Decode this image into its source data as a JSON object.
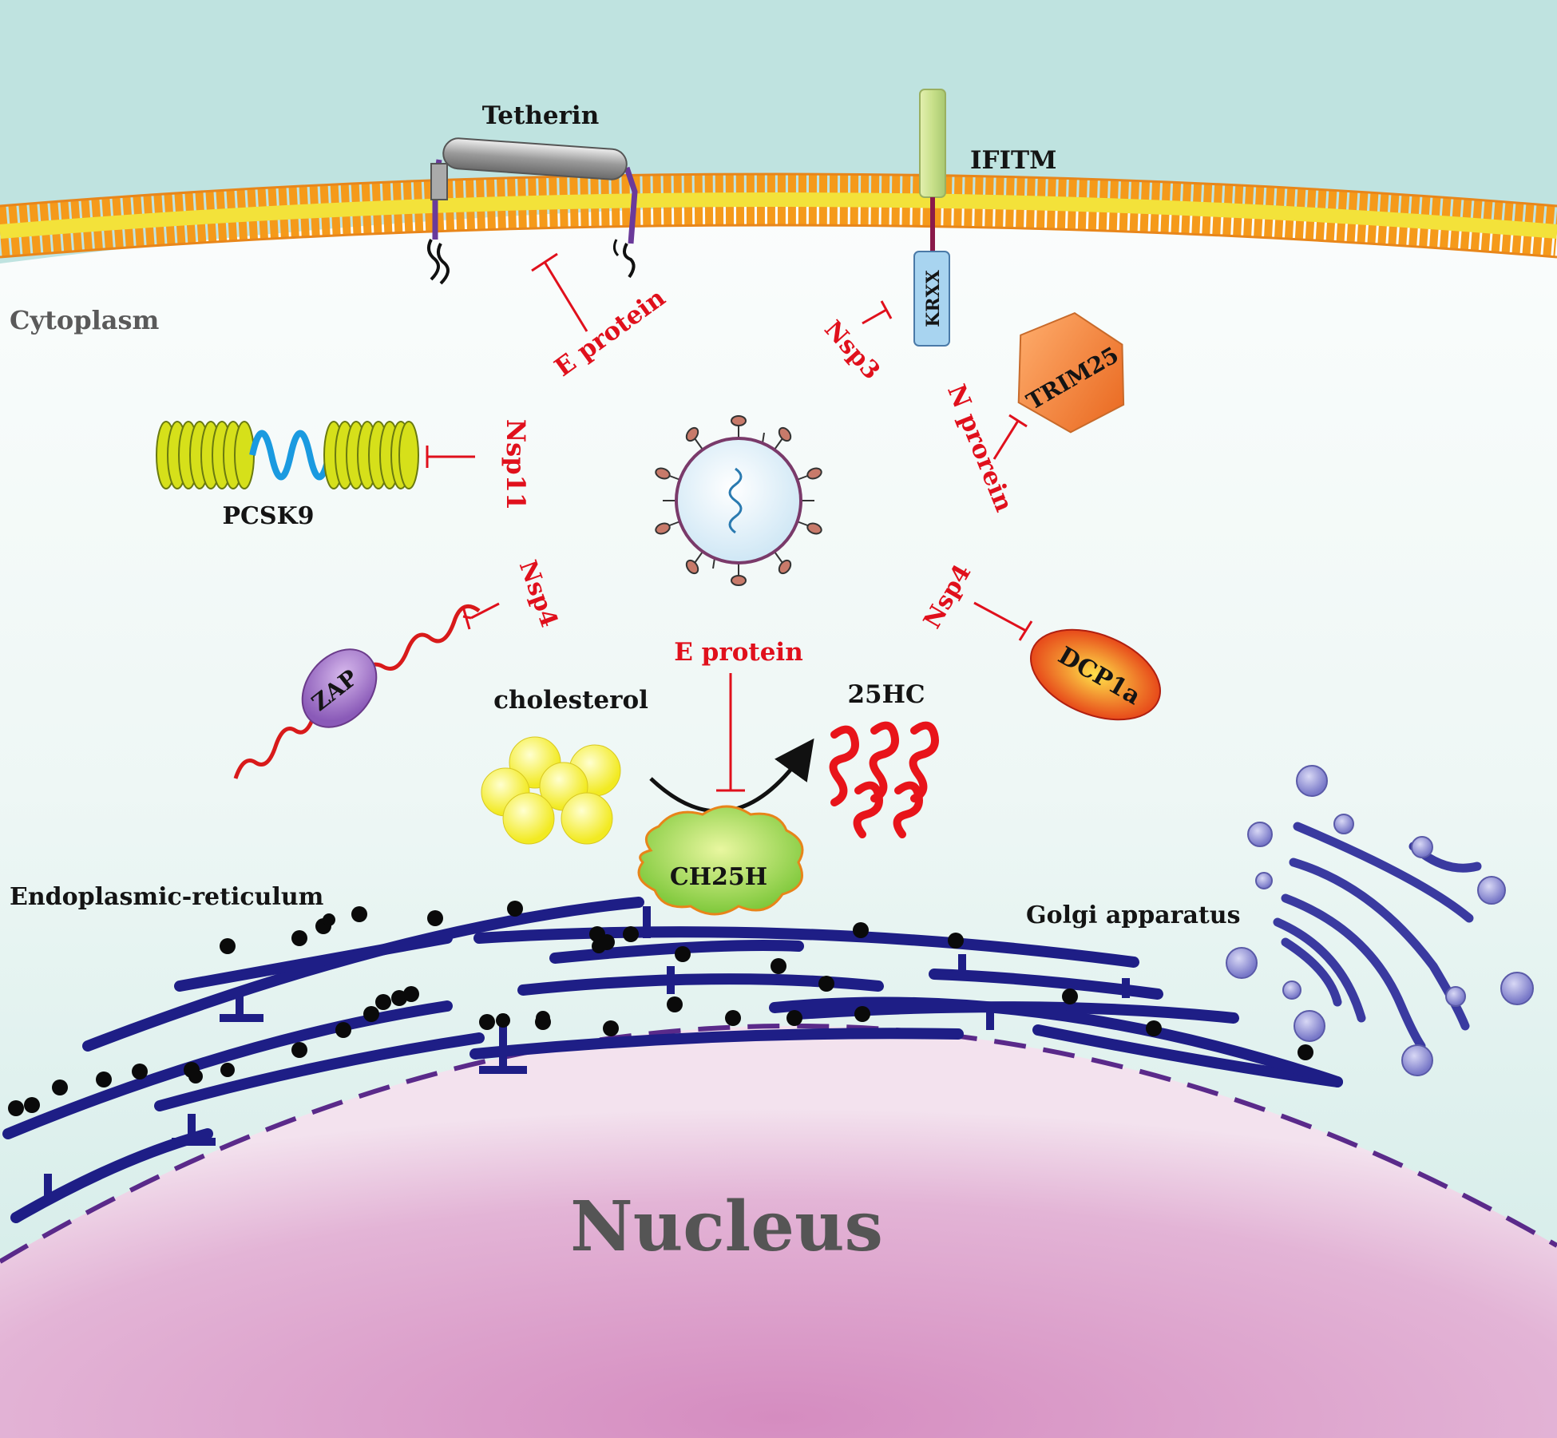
{
  "labels": {
    "tetherin": "Tetherin",
    "ifitm": "IFITM",
    "krxx": "KRXX",
    "cytoplasm": "Cytoplasm",
    "e_protein_top": "E protein",
    "nsp3": "Nsp3",
    "trim25": "TRIM25",
    "n_protein": "N prorein",
    "nsp11": "Nsp11",
    "pcsk9": "PCSK9",
    "nsp4_left": "Nsp4",
    "zap": "ZAP",
    "e_protein_center": "E protein",
    "cholesterol": "cholesterol",
    "hc25": "25HC",
    "nsp4_right": "Nsp4",
    "dcp1a": "DCP1a",
    "ch25h": "CH25H",
    "er": "Endoplasmic-reticulum",
    "golgi": "Golgi apparatus",
    "nucleus": "Nucleus"
  },
  "colors": {
    "extracellular": "#bfe3e0",
    "membrane": "#f5a623",
    "inhibition": "#e0101c",
    "er": "#1e1e86",
    "golgi": "#3a3aa0",
    "nucleus": "#d89ac8",
    "nucleus_envelope": "#5a2a8a"
  }
}
